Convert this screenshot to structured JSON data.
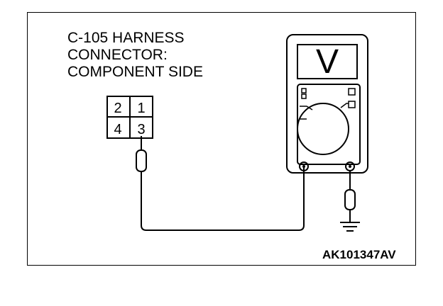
{
  "title": {
    "lines": [
      "C-105 HARNESS",
      "CONNECTOR:",
      "COMPONENT SIDE"
    ]
  },
  "connector": {
    "pins": [
      "2",
      "1",
      "4",
      "3"
    ]
  },
  "meter": {
    "unit": "V"
  },
  "reference_code": "AK101347AV"
}
